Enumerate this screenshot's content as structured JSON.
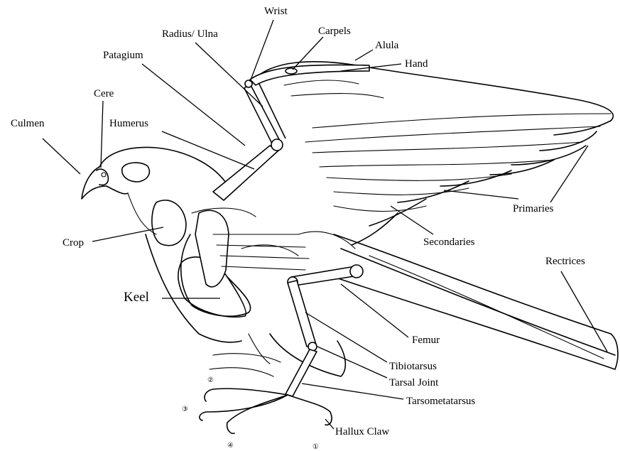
{
  "labels": {
    "wrist": "Wrist",
    "radius_ulna": "Radius/ Ulna",
    "carpels": "Carpels",
    "alula": "Alula",
    "hand": "Hand",
    "patagium": "Patagium",
    "cere": "Cere",
    "culmen": "Culmen",
    "humerus": "Humerus",
    "primaries": "Primaries",
    "secondaries": "Secondaries",
    "crop": "Crop",
    "rectrices": "Rectrices",
    "keel": "Keel",
    "femur": "Femur",
    "tibiotarsus": "Tibiotarsus",
    "tarsal_joint": "Tarsal Joint",
    "tarsometatarsus": "Tarsometatarsus",
    "hallux_claw": "Hallux Claw"
  },
  "toe_numbers": {
    "toe1": "①",
    "toe2": "②",
    "toe3": "③",
    "toe4": "④"
  }
}
